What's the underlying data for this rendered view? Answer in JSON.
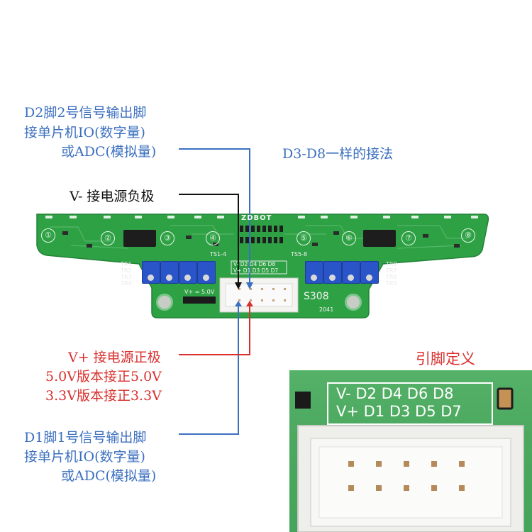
{
  "annotations": {
    "d2_line1": "D2脚2号信号输出脚",
    "d2_line2": "接单片机IO(数字量)",
    "d2_line3": "或ADC(模拟量)",
    "d3_d8": "D3-D8一样的接法",
    "v_minus": "V- 接电源负极",
    "v_plus": "V+ 接电源正极",
    "v50": "5.0V版本接正5.0V",
    "v33": "3.3V版本接正3.3V",
    "d1_line1": "D1脚1号信号输出脚",
    "d1_line2": "接单片机IO(数字量)",
    "d1_line3": "或ADC(模拟量)",
    "pin_def": "引脚定义"
  },
  "board": {
    "brand": "ZDBOT",
    "model": "S308",
    "code": "2041",
    "power": "V+ = 5.0V",
    "ts_left": "TS1-4",
    "ts_right": "TS5-8",
    "pin_row_top": "V- D2 D4 D6 D8",
    "pin_row_bottom": "V+ D1 D3 D5 D7",
    "channels": [
      "①",
      "②",
      "③",
      "④",
      "⑤",
      "⑥",
      "⑦",
      "⑧"
    ],
    "tr_left": [
      "TR1",
      "TR2",
      "TR3",
      "TR4"
    ],
    "tr_right": [
      "TR8",
      "TR7",
      "TR6",
      "TR5"
    ]
  },
  "zoom": {
    "row_top": "V-  D2 D4 D6 D8",
    "row_bottom": "V+ D1 D3 D5 D7"
  },
  "colors": {
    "blue_text": "#3b6fbf",
    "red_text": "#d9302e",
    "pcb_green": "#2fa145",
    "potentiometer_blue": "#2a55c9"
  }
}
